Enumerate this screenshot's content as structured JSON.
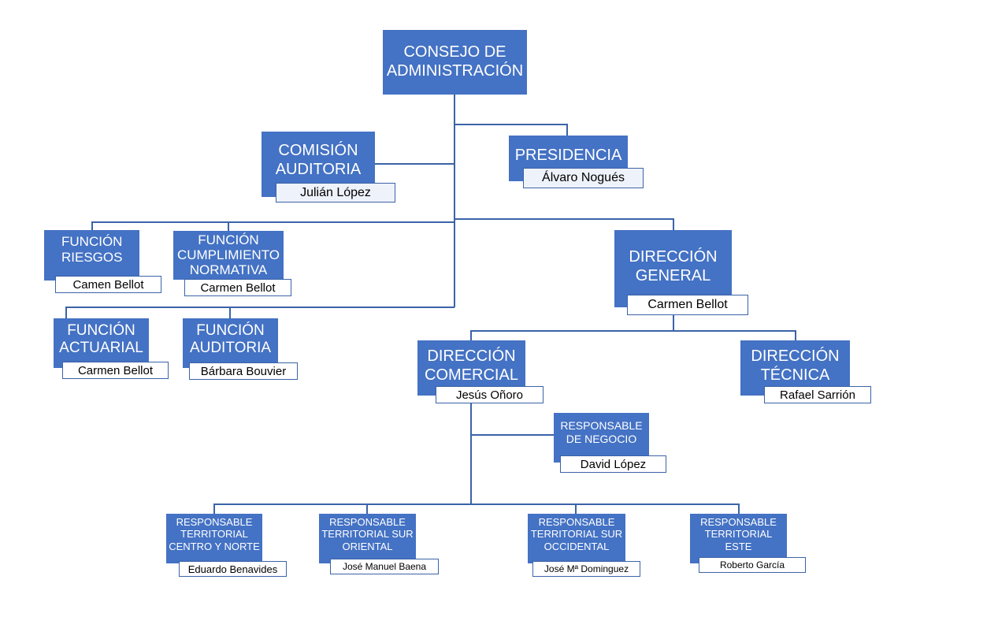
{
  "nodes": {
    "consejo": {
      "title": "CONSEJO DE\nADMINISTRACIÓN"
    },
    "comision_auditoria": {
      "title": "COMISIÓN\nAUDITORIA",
      "person": "Julián López"
    },
    "presidencia": {
      "title": "PRESIDENCIA",
      "person": "Álvaro Nogués"
    },
    "funcion_riesgos": {
      "title": "FUNCIÓN\nRIESGOS",
      "person": "Camen Bellot"
    },
    "funcion_cumplimiento": {
      "title": "FUNCIÓN\nCUMPLIMIENTO\nNORMATIVA",
      "person": "Carmen Bellot"
    },
    "funcion_actuarial": {
      "title": "FUNCIÓN\nACTUARIAL",
      "person": "Carmen Bellot"
    },
    "funcion_auditoria": {
      "title": "FUNCIÓN\nAUDITORIA",
      "person": "Bárbara Bouvier"
    },
    "direccion_general": {
      "title": "DIRECCIÓN\nGENERAL",
      "person": "Carmen Bellot"
    },
    "direccion_comercial": {
      "title": "DIRECCIÓN\nCOMERCIAL",
      "person": "Jesús Oñoro"
    },
    "direccion_tecnica": {
      "title": "DIRECCIÓN\nTÉCNICA",
      "person": "Rafael Sarrión"
    },
    "responsable_negocio": {
      "title": "RESPONSABLE\nDE NEGOCIO",
      "person": "David López"
    },
    "territorial_centro_norte": {
      "title": "RESPONSABLE\nTERRITORIAL\nCENTRO Y NORTE",
      "person": "Eduardo Benavides"
    },
    "territorial_sur_oriental": {
      "title": "RESPONSABLE\nTERRITORIAL SUR\nORIENTAL",
      "person": "José Manuel Baena"
    },
    "territorial_sur_occidental": {
      "title": "RESPONSABLE\nTERRITORIAL SUR\nOCCIDENTAL",
      "person": "José Mª Dominguez"
    },
    "territorial_este": {
      "title": "RESPONSABLE\nTERRITORIAL\nESTE",
      "person": "Roberto García"
    }
  },
  "colors": {
    "box_fill": "#4472C4",
    "connector": "#3B63A8",
    "name_border": "#3B63A8"
  }
}
